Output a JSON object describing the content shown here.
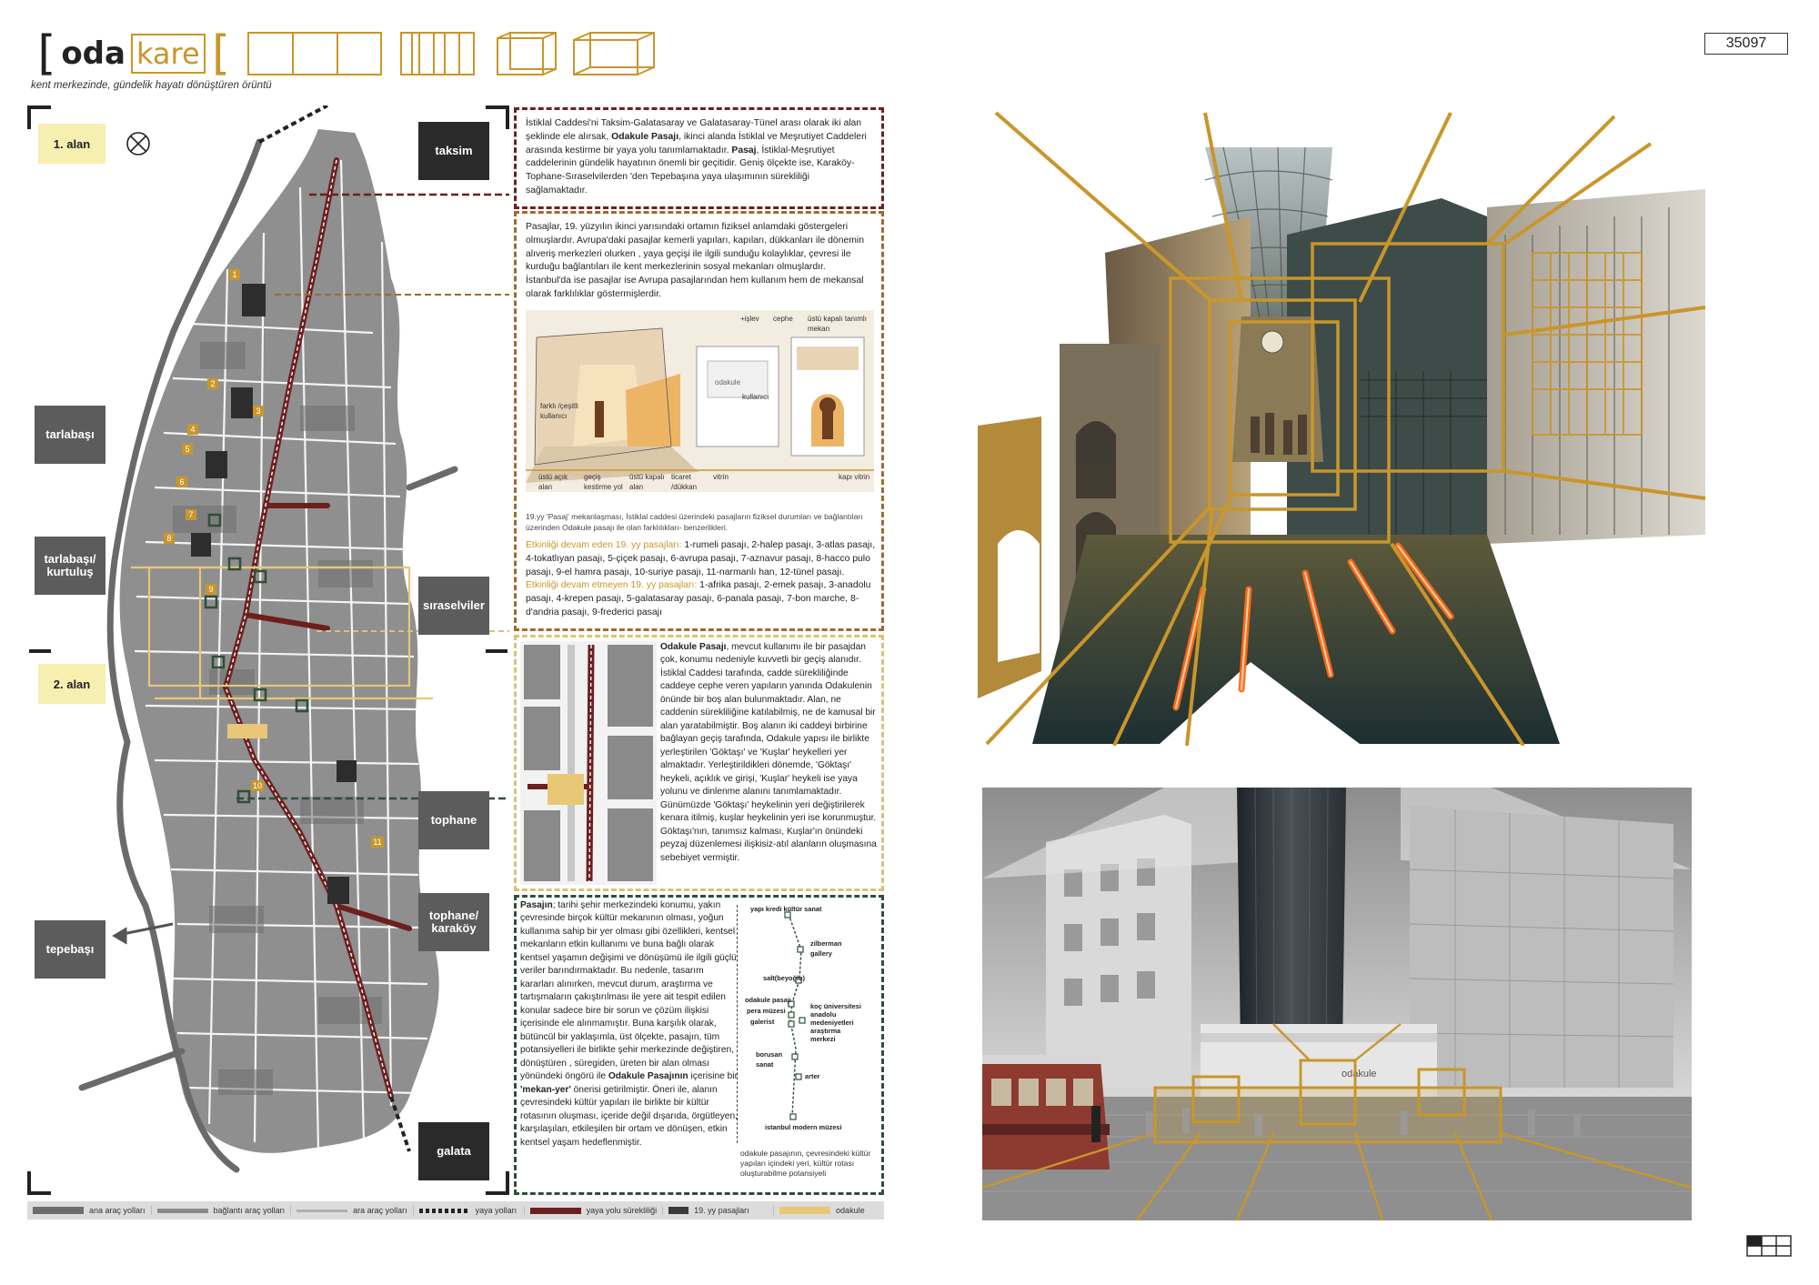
{
  "header": {
    "logo_left": "oda",
    "logo_right": "kare",
    "tagline": "kent merkezinde, gündelik hayatı dönüştüren örüntü",
    "sheet_number": "35097"
  },
  "map": {
    "areas": [
      "1. alan",
      "2. alan"
    ],
    "places": {
      "taksim": "taksim",
      "tarlabasi": "tarlabaşı",
      "sirasleviler": "sıraselviler",
      "tarlabasi_kurtulus": "tarlabaşı/ kurtuluş",
      "tophane": "tophane",
      "tophane_karakoy": "tophane/ karaköy",
      "tepebasi": "tepebaşı",
      "galata": "galata"
    },
    "pasaj_numbers": [
      "1",
      "2",
      "3",
      "4",
      "5",
      "6",
      "7",
      "8",
      "9",
      "10",
      "11"
    ]
  },
  "box1": {
    "text_a": "İstiklal Caddesi'ni Taksim-Galatasaray ve Galatasaray-Tünel arası olarak iki alan şeklinde ele alırsak,",
    "bold_a": "Odakule Pasajı",
    "text_b": ", ikinci alanda İstiklal ve Meşrutiyet Caddeleri arasında kestirme bir yaya yolu tanımlamaktadır.",
    "bold_b": "Pasaj",
    "text_c": ", İstiklal-Meşrutiyet caddelerinin gündelik hayatının önemli bir geçitidir. Geniş ölçekte ise, Karaköy-Tophane-Sıraselvilerden 'den Tepebaşına yaya ulaşımının sürekliliği sağlamaktadır."
  },
  "box2": {
    "paragraph": "Pasajlar, 19. yüzyılın ikinci yarısındaki ortamın fiziksel anlamdaki göstergeleri olmuşlardır.  Avrupa'daki pasajlar kemerli yapıları, kapıları, dükkanları ile dönemin alıveriş merkezleri olurken , yaya geçişi ile ilgili sunduğu kolaylıklar, çevresi ile kurduğu bağlantıları ile kent merkezlerinin sosyal mekanları olmuşlardır. İstanbul'da ise pasajlar ise Avrupa pasajlarından hem kullanım hem de mekansal olarak farklılıklar göstermişlerdir.",
    "diagram_labels": {
      "farkli_cesitli": "farklı /çeşitli kullanıcı",
      "ustu_acik": "üstü açık alan",
      "gecis": "geçiş kestirme yol",
      "ustu_kapali": "üstü kapalı alan",
      "ticaret": "ticaret /dükkan",
      "vitrin": "vitrin",
      "islev": "+işlev",
      "cephe": "cephe",
      "ustu_kapali_tanimli": "üstü kapalı tanımlı mekan",
      "kullanici": "kullanıcı",
      "kapi_vitrin": "kapı vitrin",
      "odakule": "odakule"
    },
    "caption": "19.yy 'Pasaj' mekanlaşması, İstiklal caddesi üzerindeki pasajların fiziksel durumları ve bağlantıları üzerinden Odakule pasajı ile olan farklılıkları- benzerlikleri.",
    "active_title": "Etkinliği devam eden 19. yy pasajları:",
    "active_list": " 1-rumeli pasajı, 2-halep pasajı, 3-atlas pasajı, 4-tokatlıyan pasajı, 5-çiçek pasajı, 6-avrupa pasajı, 7-aznavur pasajı, 8-hacco pulo pasajı, 9-el hamra pasajı, 10-suriye pasajı, 11-narmanlı han, 12-tünel pasajı.",
    "inactive_title": " Etkinliği devam etmeyen 19. yy pasajları:",
    "inactive_list": " 1-afrika pasajı, 2-emek pasajı, 3-anadolu pasajı, 4-krepen pasajı, 5-galatasaray pasajı, 6-panala pasajı, 7-bon marche, 8-d'andria pasajı, 9-frederici pasajı"
  },
  "box3": {
    "bold": "Odakule Pasajı",
    "text": ", mevcut kullanımı ile bir pasajdan çok, konumu nedeniyle kuvvetli bir geçiş alanıdır. İstiklal Caddesi tarafında, cadde sürekliliğinde caddeye cephe veren yapıların yanında Odakulenin önünde bir boş alan bulunmaktadır. Alan, ne caddenin sürekliliğine katılabilmiş, ne de kamusal bir alan yaratabilmiştir.  Boş alanın iki caddeyi birbirine bağlayan geçiş tarafında, Odakule yapısı ile birlikte yerleştirilen 'Göktaşı' ve 'Kuşlar'  heykelleri yer almaktadır. Yerleştirildikleri dönemde, 'Göktaşı' heykeli, açıklık ve girişi, 'Kuşlar' heykeli ise yaya yolunu ve dinlenme alanını tanımlamaktadır. Günümüzde 'Göktaşı' heykelinin yeri değiştirilerek kenara itilmiş, kuşlar heykelinin yeri ise korunmuştur. Göktaşı'nın, tanımsız kalması, Kuşlar'ın önündeki peyzaj düzenlemesi ilişkisiz-atıl alanların oluşmasına sebebiyet vermiştir."
  },
  "box4": {
    "bold_a": "Pasajın",
    "text_a": "; tarihi şehir merkezindeki konumu, yakın çevresinde birçok kültür mekanının olması, yoğun kullanıma sahip bir yer olması gibi özellikleri, kentsel mekanların etkin kullanımı ve buna bağlı olarak kentsel yaşamın değişimi ve dönüşümü ile ilgili güçlü veriler barındırmaktadır. Bu nedenle, tasarım kararları alınırken,  mevcut durum, araştırma ve tartışmaların çakıştırılması ile yere ait tespit edilen konular sadece bire bir sorun ve çözüm ilişkisi içerisinde ele alınmamıştır. Buna karşılık olarak, bütüncül bir yaklaşımla, üst ölçekte, pasajın, tüm potansiyelleri ile birlikte şehir merkezinde değiştiren, dönüştüren , süregiden, üreten bir alan olması yönündeki öngörü ile",
    "bold_b": "Odakule Pasajının",
    "text_b": " içerisine bir ",
    "bold_c": "'mekan-yer'",
    "text_c": " önerisi getirilmiştir. Öneri ile, alanın çevresindeki kültür yapıları ile birlikte bir kültür rotasının oluşması, içeride değil dışarıda, örgütleyen, karşılaşılan, etkileşilen bir ortam ve dönüşen, etkin kentsel yaşam hedeflenmiştir.",
    "route_stops": [
      "yapı kredi kültür sanat",
      "zilberman gallery",
      "salt(beyoğlu)",
      "odakule pasajı",
      "pera müzesi",
      "galerist",
      "koç üniversitesi anadolu medeniyetleri araştırma merkezi",
      "borusan sanat",
      "arter",
      "istanbul modern müzesi"
    ],
    "caption": "odakule pasajının, çevresindeki kültür yapıları içindeki yeri, kültür rotası oluşturabilme potansiyeli"
  },
  "legend": [
    {
      "label": "ana araç yolları",
      "color": "#6d6d6d"
    },
    {
      "label": "bağlantı araç yolları",
      "color": "#8a8a8a"
    },
    {
      "label": "ara araç yolları",
      "color": "#b0b0b0"
    },
    {
      "label": "yaya yolları",
      "color": "#222222"
    },
    {
      "label": "yaya yolu sürekliliği",
      "color": "#6d1f1f"
    },
    {
      "label": "19. yy pasajları",
      "color": "#3a3a3a"
    },
    {
      "label": "odakule",
      "color": "#e8c877"
    }
  ],
  "render_bottom_signs": [
    "odakule"
  ],
  "colors": {
    "accent": "#c9962a",
    "maroon": "#6d1f1f",
    "green": "#2f4f38",
    "map_grey": "#8a8a8a"
  }
}
